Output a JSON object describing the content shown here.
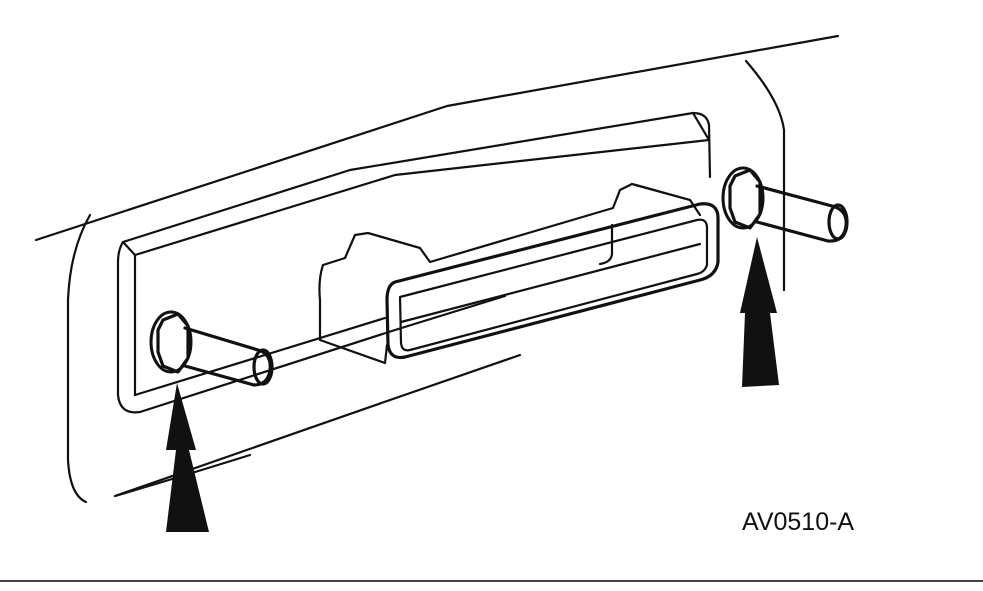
{
  "figure": {
    "label": "AV0510-A",
    "description": "Electronic module connector with two retaining bolts; arrows indicate bolt locations",
    "callouts": [
      {
        "name": "left-bolt-arrow",
        "points_to": "left bolt"
      },
      {
        "name": "right-bolt-arrow",
        "points_to": "right bolt"
      }
    ]
  }
}
